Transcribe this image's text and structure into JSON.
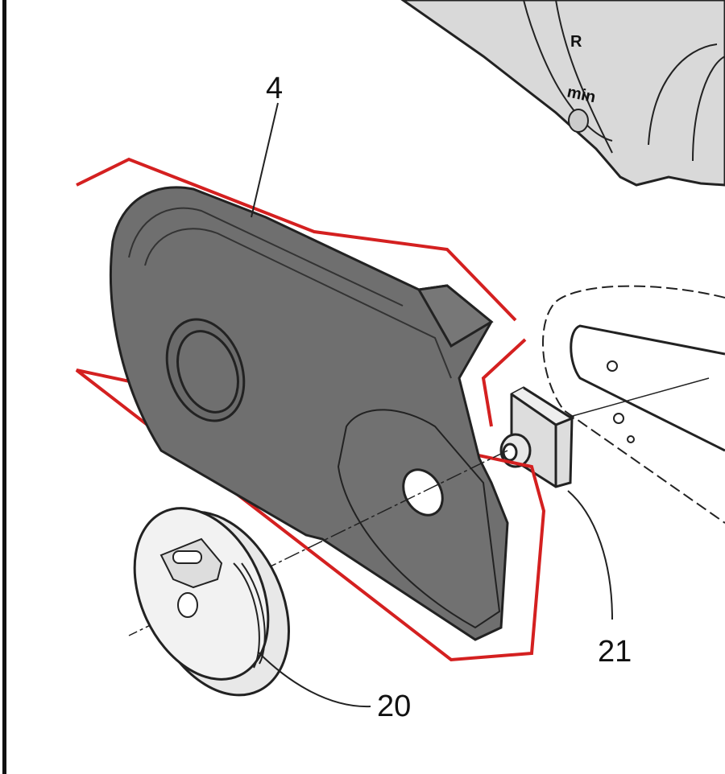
{
  "diagram": {
    "part_labels": {
      "chain_cover": "4",
      "knob": "20",
      "nut": "21"
    },
    "machine_markings": {
      "lock": "R",
      "oil": "min"
    },
    "highlight_color": "#d42020",
    "part_fill": "#6f6f6f",
    "body_fill": "#d9d9d9"
  }
}
